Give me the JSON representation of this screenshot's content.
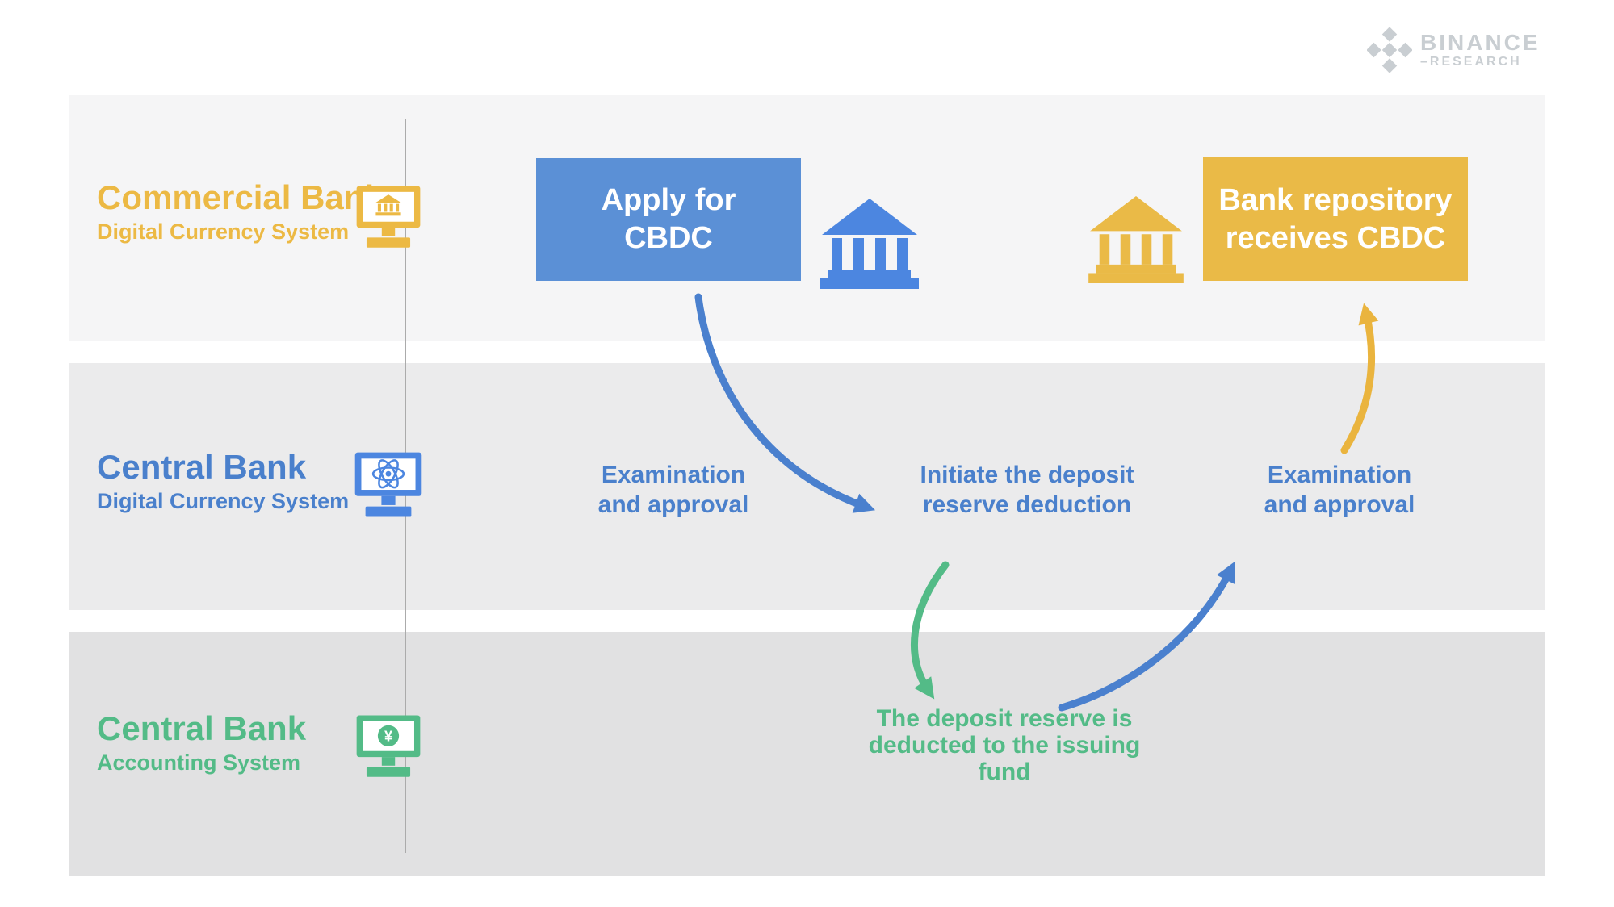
{
  "logo": {
    "brand": "BINANCE",
    "research": "–RESEARCH",
    "icon": "binance-diamond-icon",
    "color": "#c9ced2"
  },
  "lanes": [
    {
      "title": "Commercial Bank",
      "subtitle": "Digital Currency System",
      "color": "#ecb944",
      "icon": "monitor-bank-icon",
      "background": "#f5f5f6"
    },
    {
      "title": "Central Bank",
      "subtitle": "Digital Currency System",
      "color": "#4a80cc",
      "icon": "monitor-atom-icon",
      "background": "#ebebec"
    },
    {
      "title": "Central Bank",
      "subtitle": "Accounting System",
      "color": "#53bb87",
      "icon": "monitor-yen-icon",
      "background": "#e1e1e2"
    }
  ],
  "flow": {
    "apply_box": {
      "line1": "Apply for",
      "line2": "CBDC",
      "color": "#5b90d6"
    },
    "receive_box": {
      "line1": "Bank repository",
      "line2": "receives CBDC",
      "color": "#eaba47"
    },
    "examination_left": {
      "line1": "Examination",
      "line2": "and approval",
      "color": "#4a80cc"
    },
    "initiate": {
      "line1": "Initiate the deposit",
      "line2": "reserve deduction",
      "color": "#4a80cc"
    },
    "examination_right": {
      "line1": "Examination",
      "line2": "and approval",
      "color": "#4a80cc"
    },
    "deposit_reserve": {
      "line1": "The deposit reserve is",
      "line2": "deducted to the issuing fund",
      "color": "#53bb87"
    }
  },
  "icons": {
    "commercial_bank_building": "bank-building-icon-blue",
    "receiving_bank_building": "bank-building-icon-yellow"
  },
  "arrows": [
    {
      "name": "apply-to-examination",
      "color": "#4a80ce",
      "from": "Apply for CBDC box",
      "to": "Initiate the deposit reserve deduction"
    },
    {
      "name": "initiate-to-deduction",
      "color": "#53bb87",
      "from": "Initiate the deposit reserve deduction",
      "to": "The deposit reserve is deducted to the issuing fund"
    },
    {
      "name": "deduction-to-examination",
      "color": "#4a80ce",
      "from": "The deposit reserve is deducted to the issuing fund",
      "to": "Examination and approval (right)"
    },
    {
      "name": "examination-to-repository",
      "color": "#eab43e",
      "from": "Examination and approval (right)",
      "to": "Bank repository receives CBDC box"
    }
  ],
  "colors": {
    "blue_box": "#5b90d6",
    "blue_text": "#4a80cc",
    "blue_icon": "#4c86e0",
    "yellow": "#eaba47",
    "yellow_lane_text": "#ecb944",
    "green": "#53bb87",
    "lane1_bg": "#f5f5f6",
    "lane2_bg": "#ebebec",
    "lane3_bg": "#e1e1e2",
    "divider": "#ababab"
  }
}
